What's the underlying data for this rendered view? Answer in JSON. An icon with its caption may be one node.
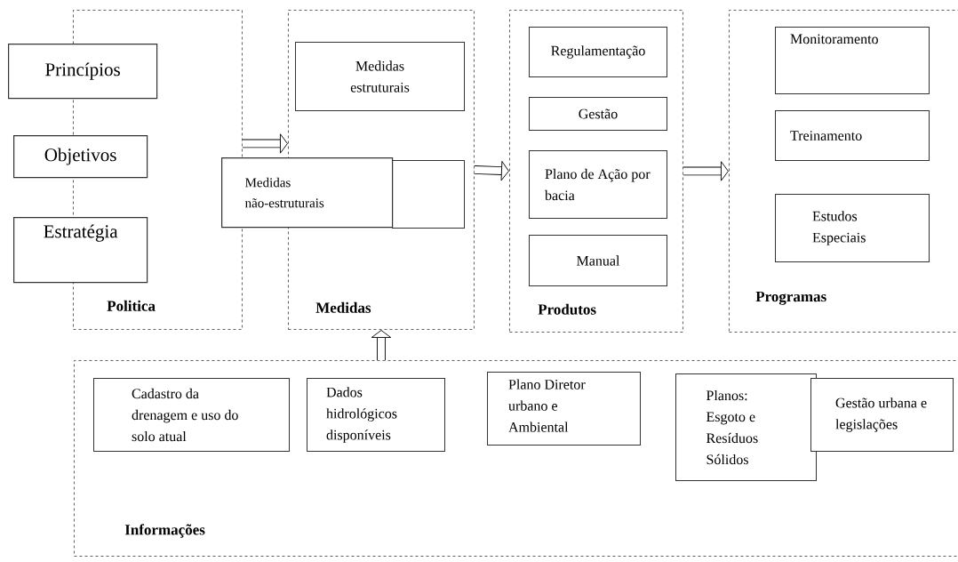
{
  "diagram": {
    "nodes": [
      {
        "text": [
          "Politica"
        ]
      },
      {
        "text": [
          "Princípios"
        ]
      },
      {
        "text": [
          "Objetivos"
        ]
      },
      {
        "text": [
          "Estratégia"
        ]
      },
      {
        "text": [
          "Medidas"
        ]
      },
      {
        "text": [
          "Medidas estruturais"
        ],
        "in": 4
      },
      {
        "text": [],
        "shape": "box",
        "in": 4
      },
      {
        "text": [
          "Medidas não-estruturais"
        ]
      },
      {
        "text": [
          "Produtos"
        ]
      },
      {
        "text": [
          "Regulamentação"
        ],
        "in": 8
      },
      {
        "text": [
          "Gestão"
        ],
        "in": 8
      },
      {
        "text": [
          "Plano de Ação por bacia"
        ],
        "in": 8
      },
      {
        "text": [
          "Manual"
        ],
        "in": 8
      },
      {
        "text": [
          "Programas"
        ]
      },
      {
        "text": [
          "Monitoramento"
        ],
        "in": 13
      },
      {
        "text": [
          "Treinamento"
        ],
        "in": 13
      },
      {
        "text": [
          "Estudos Especiais"
        ],
        "in": 13
      },
      {
        "text": [
          "Informações"
        ]
      },
      {
        "text": [
          "Cadastro da drenagem e uso do solo atual"
        ],
        "in": 17
      },
      {
        "text": [
          "Dados hidrológicos disponíveis"
        ],
        "in": 17
      },
      {
        "text": [
          "Plano Diretor urbano e Ambiental"
        ],
        "in": 17
      },
      {
        "text": [
          "Planos: Esgoto e Resíduos Sólidos"
        ],
        "in": 17
      },
      {
        "text": [
          "Gestão urbana e legislações"
        ],
        "in": 17
      }
    ],
    "edges": [
      {
        "from": 0,
        "to": 4,
        "arrow": "to"
      },
      {
        "from": 4,
        "to": 8,
        "arrow": "to"
      },
      {
        "from": 8,
        "to": 13,
        "arrow": "to"
      },
      {
        "from": 17,
        "to": 4,
        "arrow": "to"
      }
    ]
  }
}
